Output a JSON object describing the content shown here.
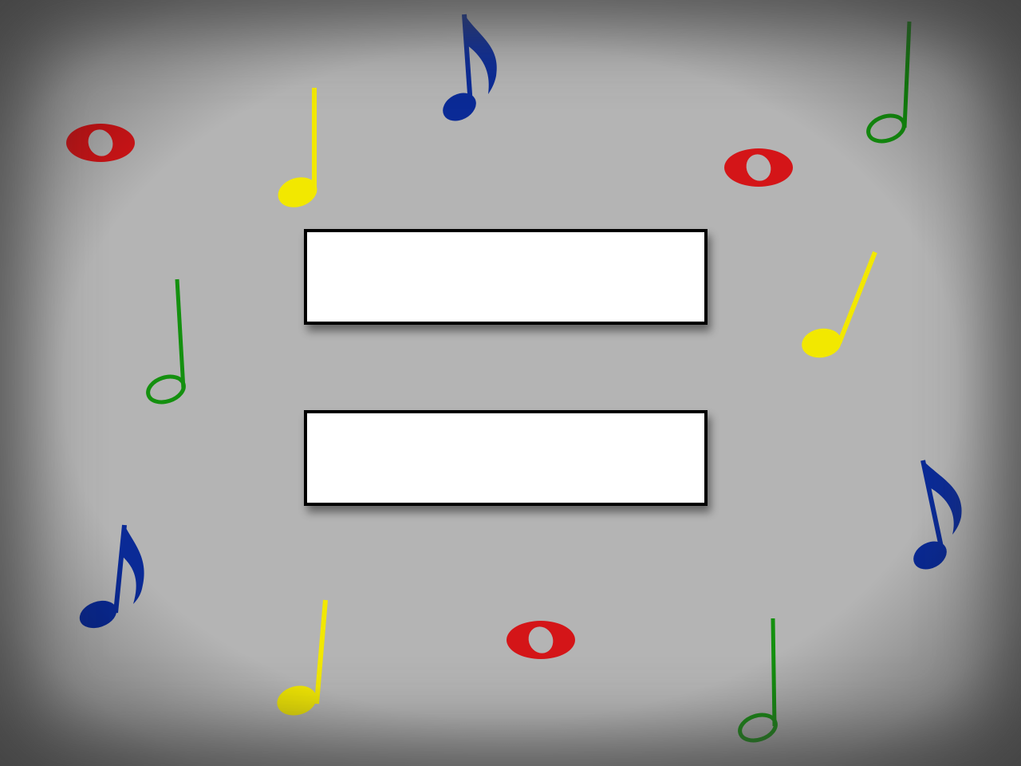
{
  "buttons": [
    {
      "label": ""
    },
    {
      "label": ""
    }
  ],
  "colors": {
    "background": "#b4b4b4",
    "red": "#d41518",
    "yellow": "#f2e800",
    "green": "#14900f",
    "blue": "#0a2a96",
    "button_fill": "#ffffff",
    "button_border": "#000000"
  },
  "decorations": [
    {
      "type": "whole-note",
      "color": "red"
    },
    {
      "type": "whole-note",
      "color": "red"
    },
    {
      "type": "whole-note",
      "color": "red"
    },
    {
      "type": "quarter-note",
      "color": "yellow"
    },
    {
      "type": "quarter-note",
      "color": "yellow"
    },
    {
      "type": "quarter-note",
      "color": "yellow"
    },
    {
      "type": "half-note",
      "color": "green"
    },
    {
      "type": "half-note",
      "color": "green"
    },
    {
      "type": "half-note",
      "color": "green"
    },
    {
      "type": "eighth-note",
      "color": "blue"
    },
    {
      "type": "eighth-note",
      "color": "blue"
    },
    {
      "type": "eighth-note",
      "color": "blue"
    }
  ]
}
